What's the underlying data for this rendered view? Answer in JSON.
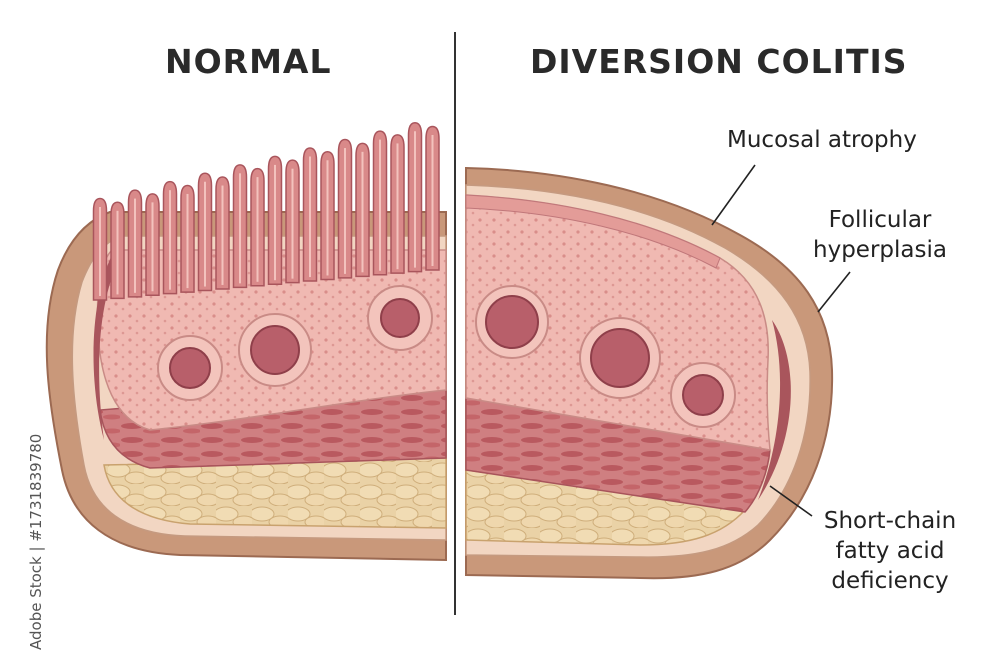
{
  "headings": {
    "left": "NORMAL",
    "right": "DIVERSION COLITIS"
  },
  "labels": {
    "mucosal_atrophy": "Mucosal atrophy",
    "follicular_line1": "Follicular",
    "follicular_line2": "hyperplasia",
    "scfa_line1": "Short-chain",
    "scfa_line2": "fatty acid",
    "scfa_line3": "deficiency"
  },
  "watermark_id": "Adobe Stock | #1731839780",
  "colors": {
    "outer_wall": "#c9987a",
    "submucosa_fat": "#ead2a6",
    "muscle": "#c66f74",
    "mucosa": "#eeb4ae",
    "villi": "#d98989",
    "follicle": "#b85f6a",
    "divider": "#333333"
  }
}
